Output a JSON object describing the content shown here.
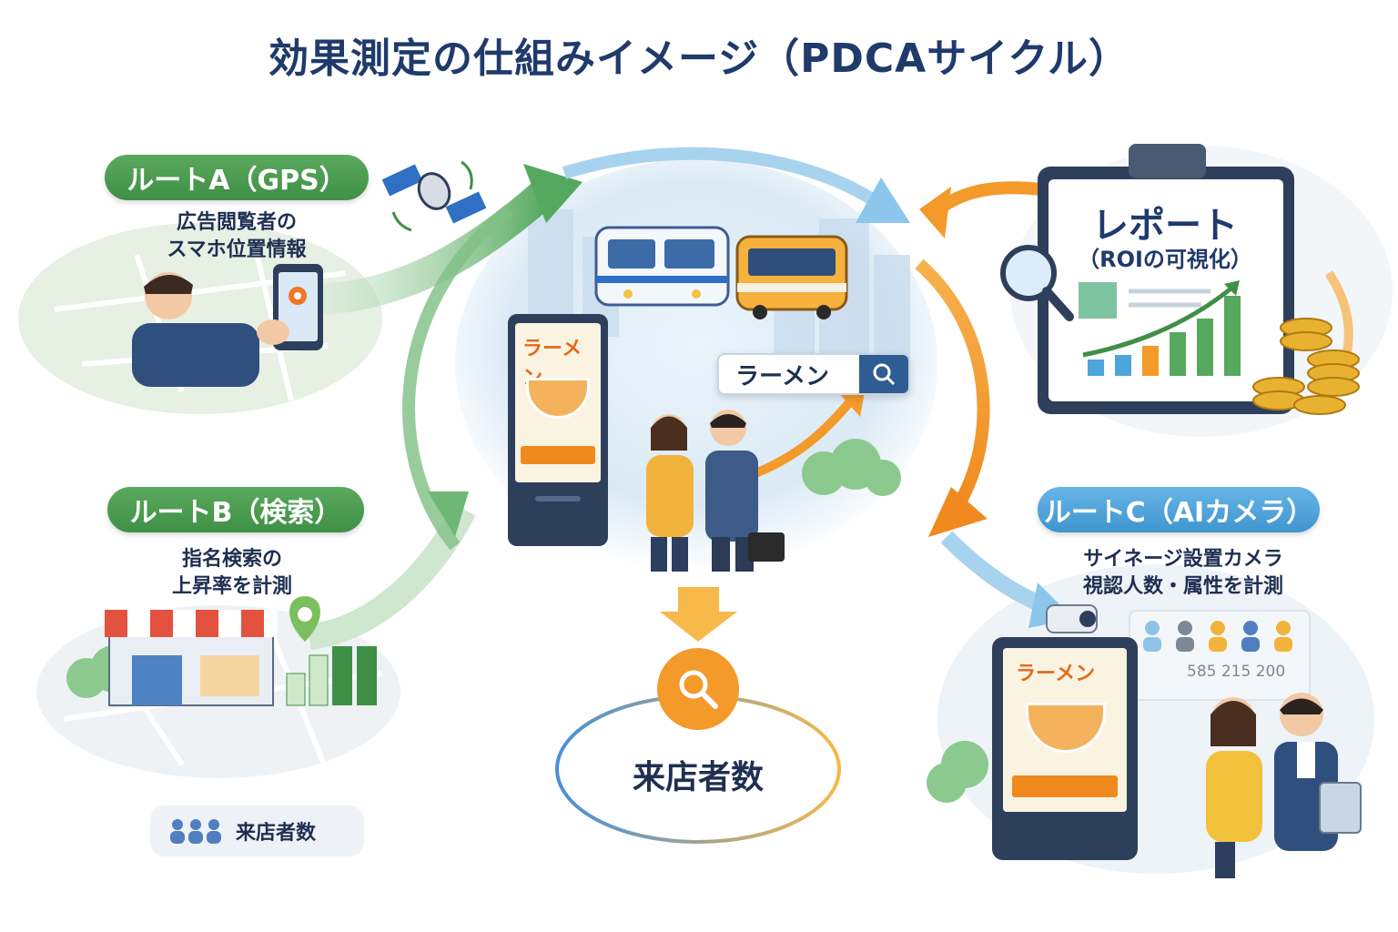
{
  "title": "効果測定の仕組みイメージ（PDCAサイクル）",
  "route_a": {
    "label": "ルートA（GPS）",
    "desc_line1": "広告閲覧者の",
    "desc_line2": "スマホ位置情報"
  },
  "route_b": {
    "label": "ルートB（検索）",
    "desc_line1": "指名検索の",
    "desc_line2": "上昇率を計測"
  },
  "route_c": {
    "label": "ルートC（AIカメラ）",
    "desc_line1": "サイネージ設置カメラ",
    "desc_line2": "視認人数・属性を計測",
    "counter": "585 215 200"
  },
  "center": {
    "search_text": "ラーメン",
    "signage_text": "ラーメン"
  },
  "report": {
    "title": "レポート",
    "subtitle": "（ROIの可視化）"
  },
  "visitors": {
    "label": "来店者数"
  },
  "legend": {
    "label": "来店者数"
  },
  "colors": {
    "title": "#1f3a6b",
    "green": "#4a9a50",
    "blue": "#4ea5dc",
    "orange": "#f39a2b",
    "navy": "#2f5d93"
  }
}
